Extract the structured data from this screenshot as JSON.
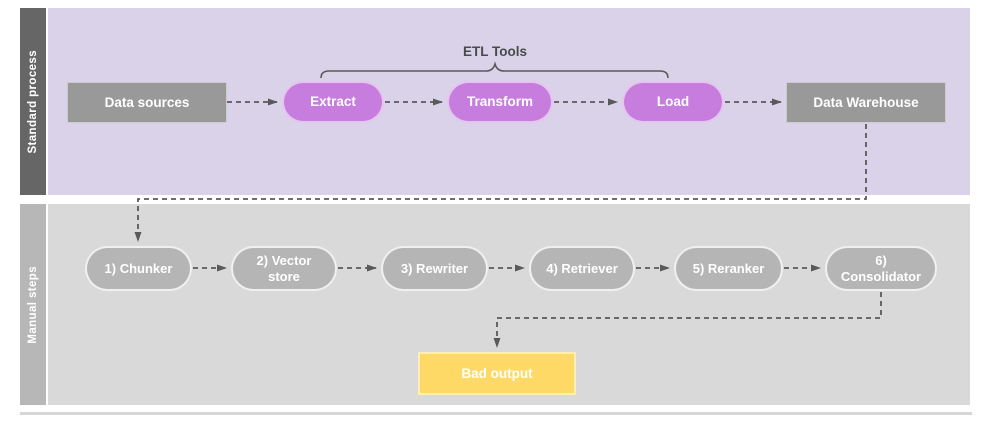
{
  "lanes": [
    {
      "label": "Standard process"
    },
    {
      "label": "Manual steps"
    }
  ],
  "standard_process": {
    "group_label": "ETL Tools",
    "nodes": {
      "data_sources": "Data sources",
      "extract": "Extract",
      "transform": "Transform",
      "load": "Load",
      "data_warehouse": "Data Warehouse"
    }
  },
  "manual_steps": {
    "nodes": [
      "1) Chunker",
      "2) Vector store",
      "3) Rewriter",
      "4) Retriever",
      "5) Reranker",
      "6) Consolidator"
    ],
    "bad_output": "Bad output"
  },
  "colors": {
    "lane1_band": "#666666",
    "lane1_body": "#d9d2e9",
    "lane2_band": "#b7b7b7",
    "lane2_body": "#d9d9d9",
    "etl_pill": "#c77dde",
    "gray_box": "#999999",
    "step_pill": "#b5b5b5",
    "bad_output": "#ffd966",
    "connector": "#595959",
    "etl_label": "#4a4a4a",
    "divider": "#d6d6d6"
  }
}
